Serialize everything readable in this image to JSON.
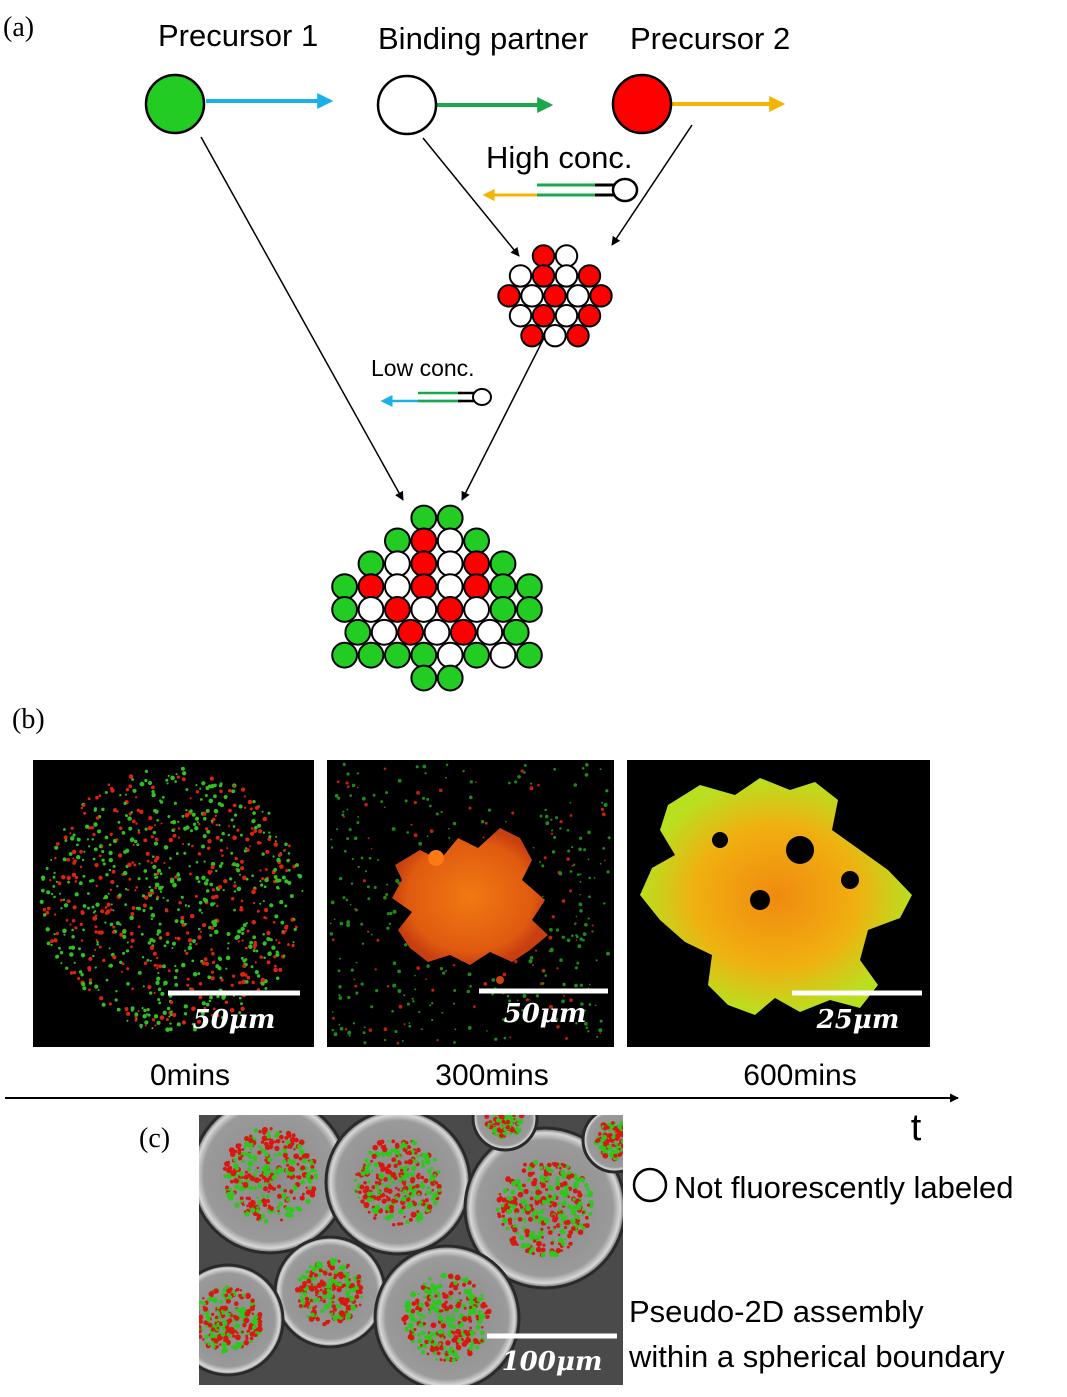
{
  "panels": {
    "a": "(a)",
    "b": "(b)",
    "c": "(c)"
  },
  "labels": {
    "precursor1": "Precursor 1",
    "binding_partner": "Binding partner",
    "precursor2": "Precursor 2",
    "high_conc": "High conc.",
    "low_conc": "Low conc."
  },
  "micrographs": [
    {
      "time": "0mins",
      "scale": "50μm"
    },
    {
      "time": "300mins",
      "scale": "50μm"
    },
    {
      "time": "600mins",
      "scale": "25μm"
    }
  ],
  "time_axis": "t",
  "legend": {
    "not_labeled": "Not fluorescently labeled",
    "pseudo_line1": "Pseudo-2D assembly",
    "pseudo_line2": "within a spherical boundary"
  },
  "panel_c_scale": "100μm",
  "colors": {
    "green": "#22cc22",
    "red": "#ff0000",
    "cyan_arrow": "#1ab0e8",
    "green_arrow": "#1aa84a",
    "yellow_arrow": "#f5b400"
  }
}
